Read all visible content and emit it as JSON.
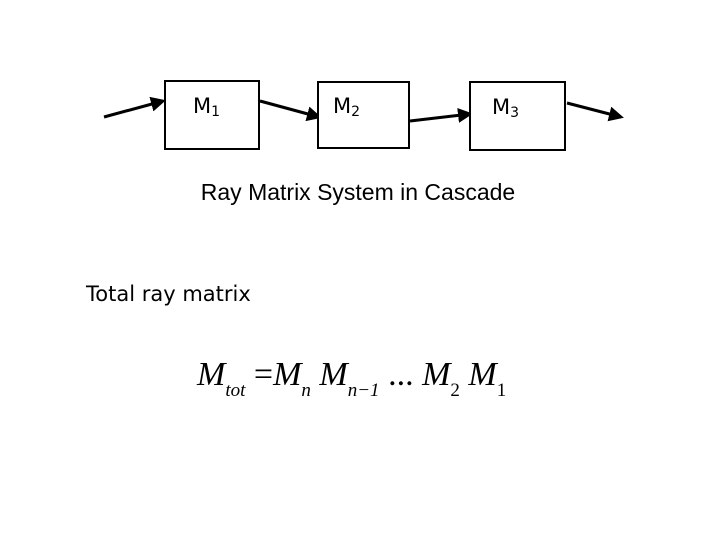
{
  "blocks": [
    {
      "base": "M",
      "sub": "1"
    },
    {
      "base": "M",
      "sub": "2"
    },
    {
      "base": "M",
      "sub": "3"
    }
  ],
  "caption": "Ray Matrix System in Cascade",
  "total_label": "Total ray matrix",
  "equation": {
    "lhs_base": "M",
    "lhs_sub": "tot",
    "equals": "=",
    "t1_base": "M",
    "t1_sub": "n",
    "t2_base": "M",
    "t2_sub": "n−1",
    "ellipsis": "...",
    "t3_base": "M",
    "t3_sub": "2",
    "t4_base": "M",
    "t4_sub": "1"
  },
  "colors": {
    "stroke": "#000000",
    "background": "#ffffff"
  }
}
